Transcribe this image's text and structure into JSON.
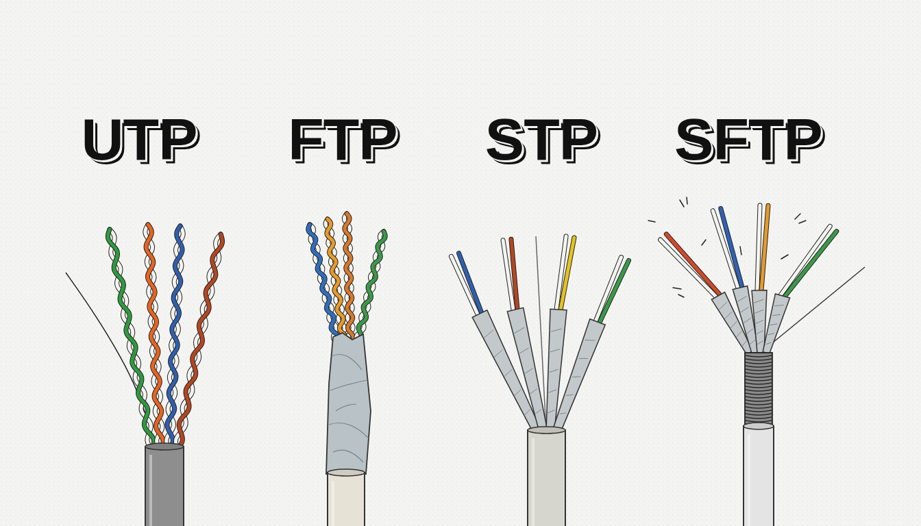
{
  "diagram": {
    "labels": [
      "UTP",
      "FTP",
      "STP",
      "SFTP"
    ]
  }
}
